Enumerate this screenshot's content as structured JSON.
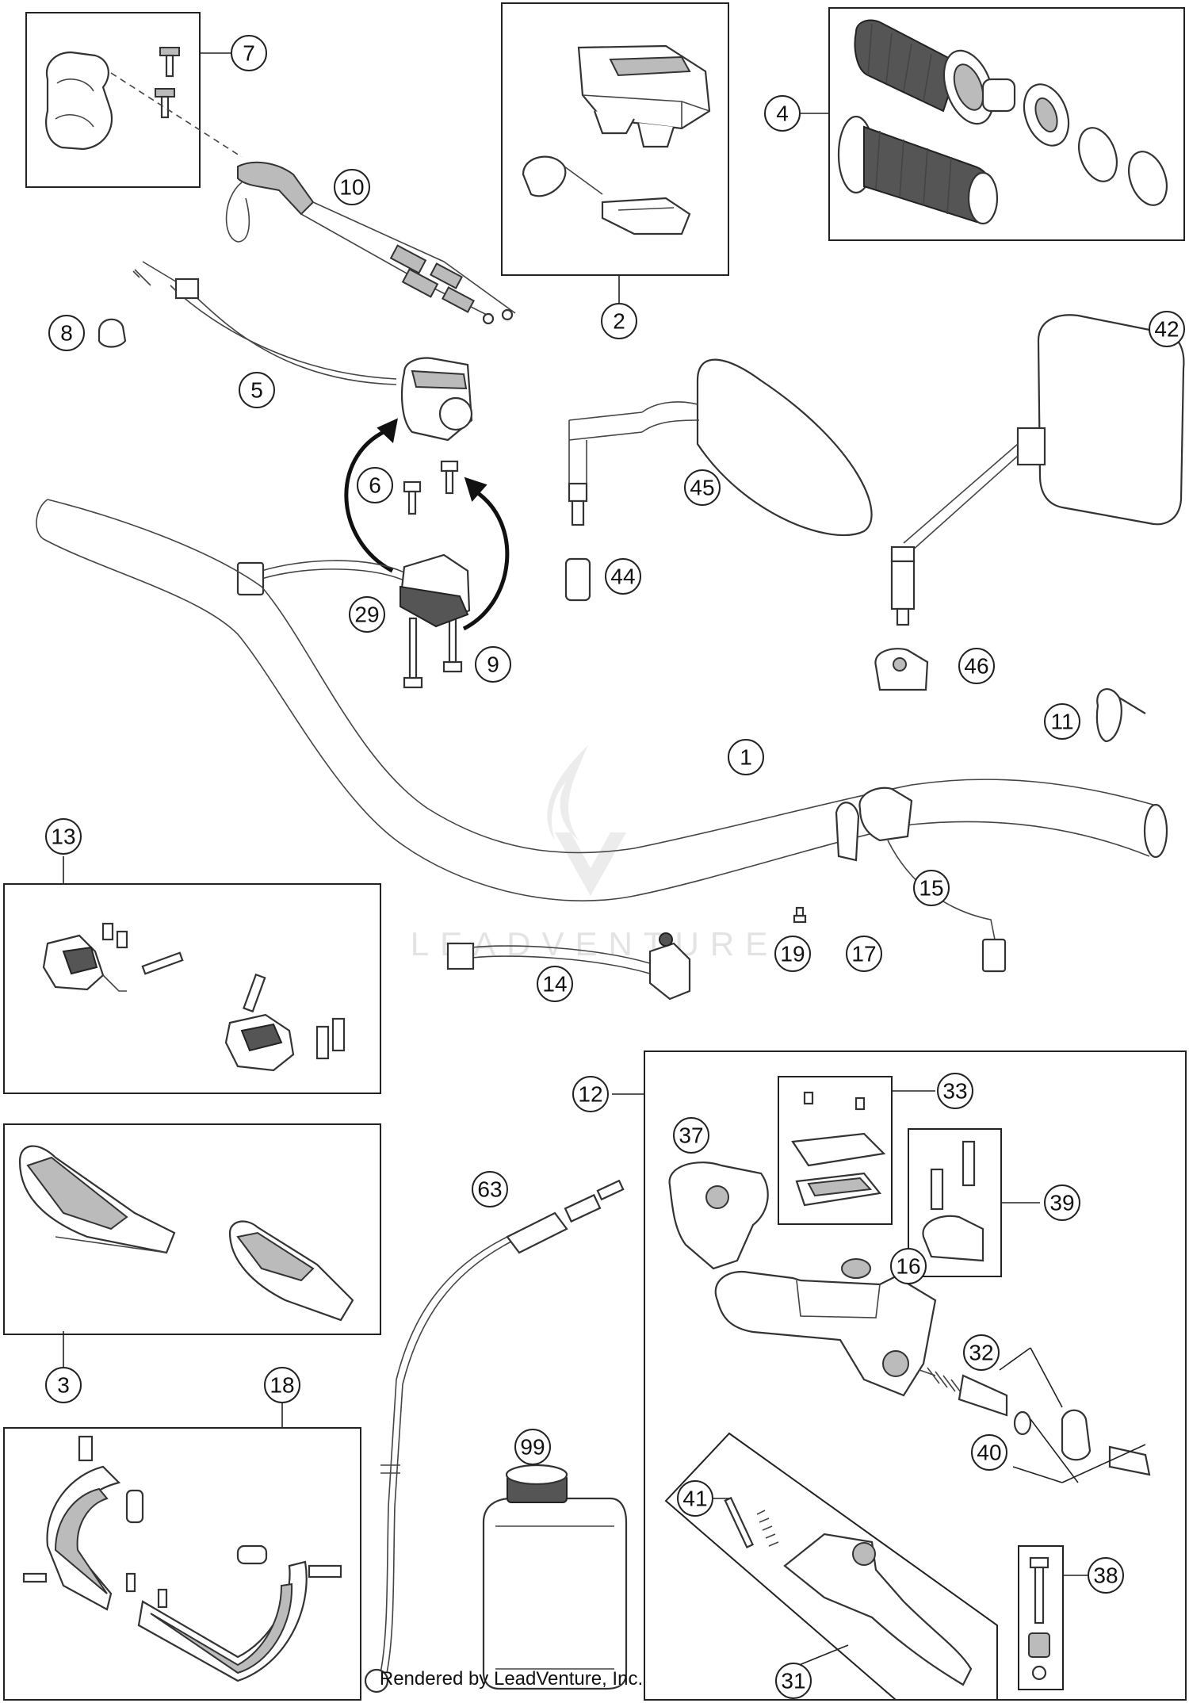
{
  "callouts": [
    {
      "id": "callout-1",
      "label": "1"
    },
    {
      "id": "callout-2",
      "label": "2"
    },
    {
      "id": "callout-3",
      "label": "3"
    },
    {
      "id": "callout-4",
      "label": "4"
    },
    {
      "id": "callout-5",
      "label": "5"
    },
    {
      "id": "callout-6",
      "label": "6"
    },
    {
      "id": "callout-7",
      "label": "7"
    },
    {
      "id": "callout-8",
      "label": "8"
    },
    {
      "id": "callout-9",
      "label": "9"
    },
    {
      "id": "callout-10",
      "label": "10"
    },
    {
      "id": "callout-11",
      "label": "11"
    },
    {
      "id": "callout-12",
      "label": "12"
    },
    {
      "id": "callout-13",
      "label": "13"
    },
    {
      "id": "callout-14",
      "label": "14"
    },
    {
      "id": "callout-15",
      "label": "15"
    },
    {
      "id": "callout-16",
      "label": "16"
    },
    {
      "id": "callout-17",
      "label": "17"
    },
    {
      "id": "callout-18",
      "label": "18"
    },
    {
      "id": "callout-19",
      "label": "19"
    },
    {
      "id": "callout-29",
      "label": "29"
    },
    {
      "id": "callout-31",
      "label": "31"
    },
    {
      "id": "callout-32",
      "label": "32"
    },
    {
      "id": "callout-33",
      "label": "33"
    },
    {
      "id": "callout-37",
      "label": "37"
    },
    {
      "id": "callout-38",
      "label": "38"
    },
    {
      "id": "callout-39",
      "label": "39"
    },
    {
      "id": "callout-40",
      "label": "40"
    },
    {
      "id": "callout-41",
      "label": "41"
    },
    {
      "id": "callout-42",
      "label": "42"
    },
    {
      "id": "callout-44",
      "label": "44"
    },
    {
      "id": "callout-45",
      "label": "45"
    },
    {
      "id": "callout-46",
      "label": "46"
    },
    {
      "id": "callout-63",
      "label": "63"
    },
    {
      "id": "callout-99",
      "label": "99"
    }
  ],
  "watermark": "LEADVENTURE",
  "footer": "Rendered by LeadVenture, Inc.",
  "colors": {
    "line": "#222222",
    "watermark": "#e3e3e3",
    "background": "#ffffff"
  }
}
